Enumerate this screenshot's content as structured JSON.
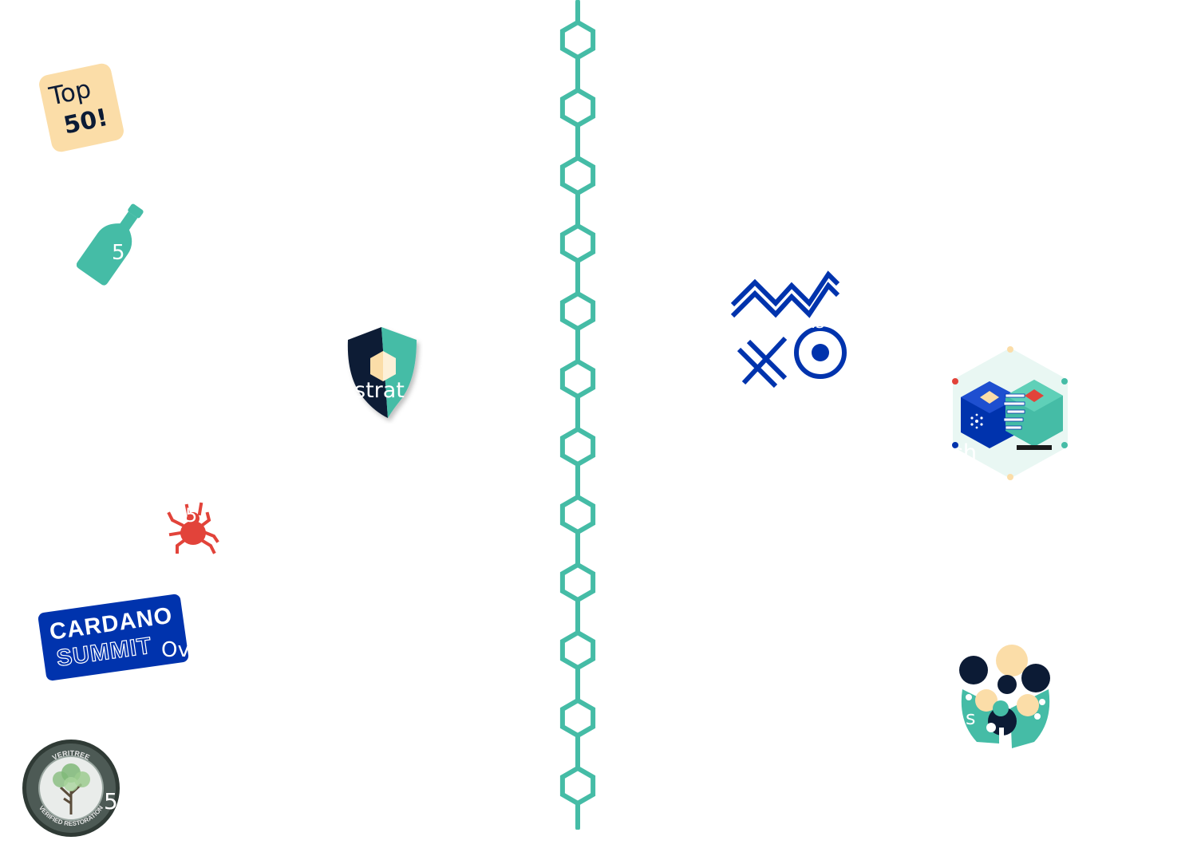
{
  "colors": {
    "teal": "#45bca6",
    "navy": "#0c1b35",
    "blue": "#0033ad",
    "cream": "#fbdda8",
    "red": "#e2433a"
  },
  "badges": {
    "top50": {
      "line1": "Top",
      "line2": "50!"
    },
    "cardano": {
      "line1": "CARDANO",
      "line2": "SUMMIT"
    },
    "veritree": {
      "ring_top": "VERITREE",
      "ring_bottom": "VERIFIED RESTORATION"
    }
  },
  "overlay_labels": {
    "bottle": "5",
    "shield": "strat",
    "bug": "5",
    "cardano": "Ov",
    "veritree": "5",
    "zigzag": "ns",
    "cubes": "ch",
    "community": "s"
  },
  "icons": {
    "chain": "hexagon-chain-icon",
    "bottle": "bottle-icon",
    "shield": "shield-icon",
    "bug": "bug-icon",
    "zigzag": "tic-tac-toe-icon",
    "cubes": "cubes-icon",
    "community": "community-icon"
  }
}
